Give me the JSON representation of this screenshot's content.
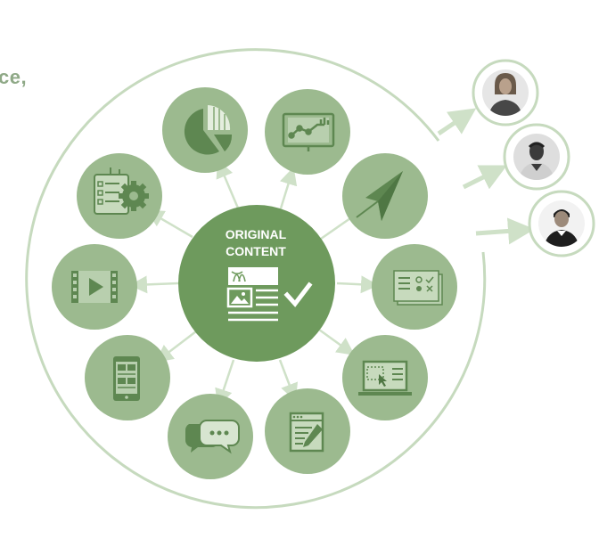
{
  "header": {
    "fragment": "ce,"
  },
  "center": {
    "line1": "ORIGINAL",
    "line2": "CONTENT"
  },
  "colors": {
    "node": "#9cba8f",
    "node_dark": "#6f9a5f",
    "center": "#6e9a5d",
    "ring": "#c6dabe",
    "arrow": "#cfe1c8",
    "icon": "#5e8751"
  },
  "nodes": [
    {
      "icon": "pie-chart-icon"
    },
    {
      "icon": "flowchart-board-icon"
    },
    {
      "icon": "paper-plane-icon"
    },
    {
      "icon": "checklist-cards-icon"
    },
    {
      "icon": "laptop-screen-icon"
    },
    {
      "icon": "document-edit-icon"
    },
    {
      "icon": "chat-bubbles-icon"
    },
    {
      "icon": "mobile-phone-icon"
    },
    {
      "icon": "video-player-icon"
    },
    {
      "icon": "checklist-gear-icon"
    }
  ],
  "audience": [
    {
      "icon": "woman-avatar"
    },
    {
      "icon": "man-avatar"
    },
    {
      "icon": "man-avatar"
    }
  ]
}
